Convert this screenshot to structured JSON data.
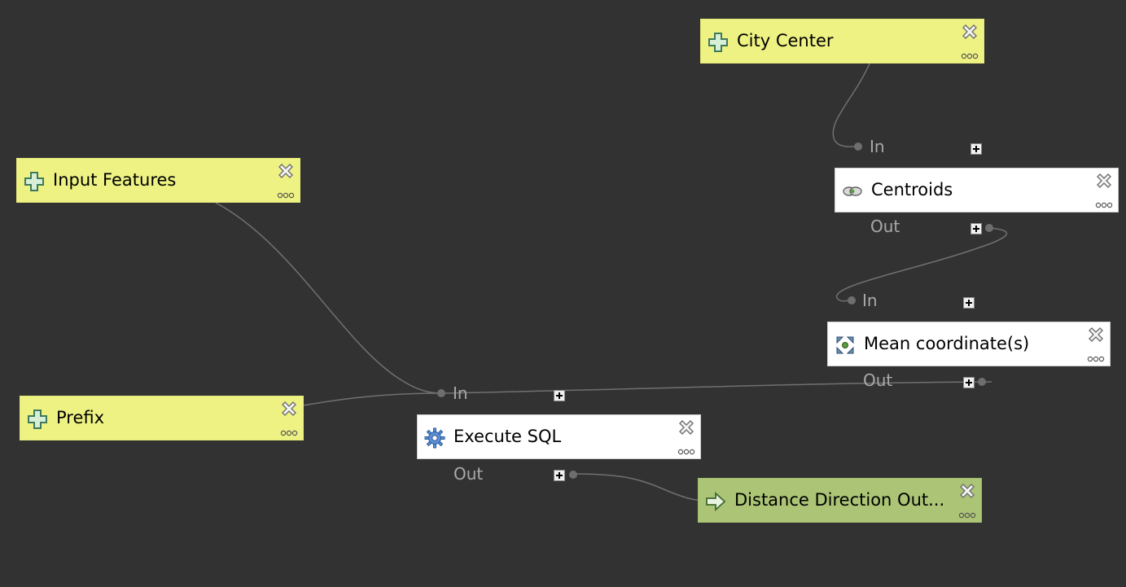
{
  "canvas": {
    "background": "#323232"
  },
  "colors": {
    "input_node": "#eef283",
    "algorithm_node": "#ffffff",
    "output_node": "#abc475",
    "port_text": "#a9a9a9",
    "connector": "#707070"
  },
  "nodes": {
    "city_center": {
      "label": "City Center",
      "kind": "input",
      "icon": "plus-icon"
    },
    "input_features": {
      "label": "Input Features",
      "kind": "input",
      "icon": "plus-icon"
    },
    "prefix": {
      "label": "Prefix",
      "kind": "input",
      "icon": "plus-icon"
    },
    "centroids": {
      "label": "Centroids",
      "kind": "algorithm",
      "icon": "centroids-icon",
      "in_label": "In",
      "out_label": "Out"
    },
    "mean_coordinates": {
      "label": "Mean coordinate(s)",
      "kind": "algorithm",
      "icon": "mean-coordinates-icon",
      "in_label": "In",
      "out_label": "Out"
    },
    "execute_sql": {
      "label": "Execute SQL",
      "kind": "algorithm",
      "icon": "gear-icon",
      "in_label": "In",
      "out_label": "Out"
    },
    "distance_direction_output": {
      "label": "Distance Direction Out...",
      "kind": "output",
      "icon": "arrow-right-icon"
    }
  }
}
